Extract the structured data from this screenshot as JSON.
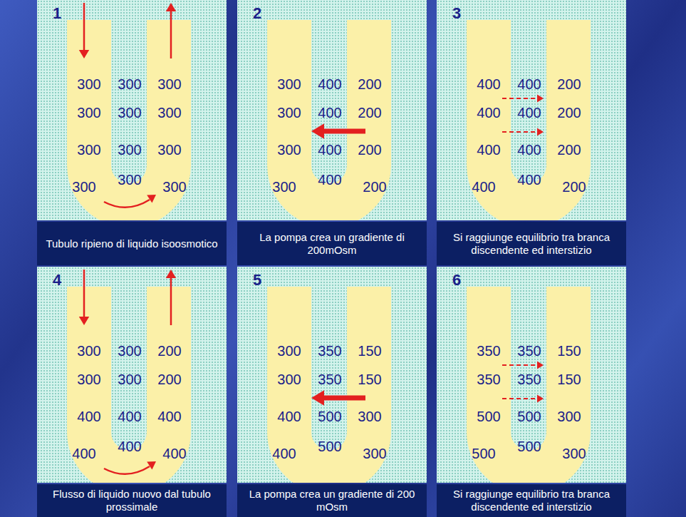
{
  "diagram": {
    "nodes": [
      {
        "text": [
          "1"
        ]
      },
      {
        "text": [
          "2"
        ]
      },
      {
        "text": [
          "3"
        ]
      },
      {
        "text": [
          "Tubulo ripieno di liquido isoosmotico"
        ]
      },
      {
        "text": [
          "La pompa crea un gradiente di 200mOsm"
        ]
      },
      {
        "text": [
          "Si raggiunge equilibrio tra branca discendente ed interstizio"
        ]
      },
      {
        "text": [
          "4"
        ]
      },
      {
        "text": [
          "5"
        ]
      },
      {
        "text": [
          "6"
        ]
      },
      {
        "text": [
          "Flusso di liquido nuovo dal tubulo prossimale"
        ]
      },
      {
        "text": [
          "La pompa crea un gradiente di 200 mOsm"
        ]
      },
      {
        "text": [
          "Si raggiunge equilibrio tra branca discendente ed interstizio"
        ]
      }
    ],
    "labels": [
      "300",
      "300",
      "300",
      "300",
      "300",
      "300",
      "300",
      "300",
      "300",
      "300",
      "300",
      "300",
      "300",
      "400",
      "200",
      "300",
      "400",
      "200",
      "300",
      "400",
      "200",
      "300",
      "400",
      "200",
      "400",
      "400",
      "200",
      "400",
      "400",
      "200",
      "400",
      "400",
      "200",
      "400",
      "400",
      "200",
      "300",
      "300",
      "200",
      "300",
      "300",
      "200",
      "400",
      "400",
      "400",
      "400",
      "400",
      "400",
      "300",
      "350",
      "150",
      "300",
      "350",
      "150",
      "400",
      "500",
      "300",
      "400",
      "500",
      "300",
      "350",
      "350",
      "150",
      "350",
      "350",
      "150",
      "500",
      "500",
      "300",
      "500",
      "500",
      "300"
    ]
  }
}
